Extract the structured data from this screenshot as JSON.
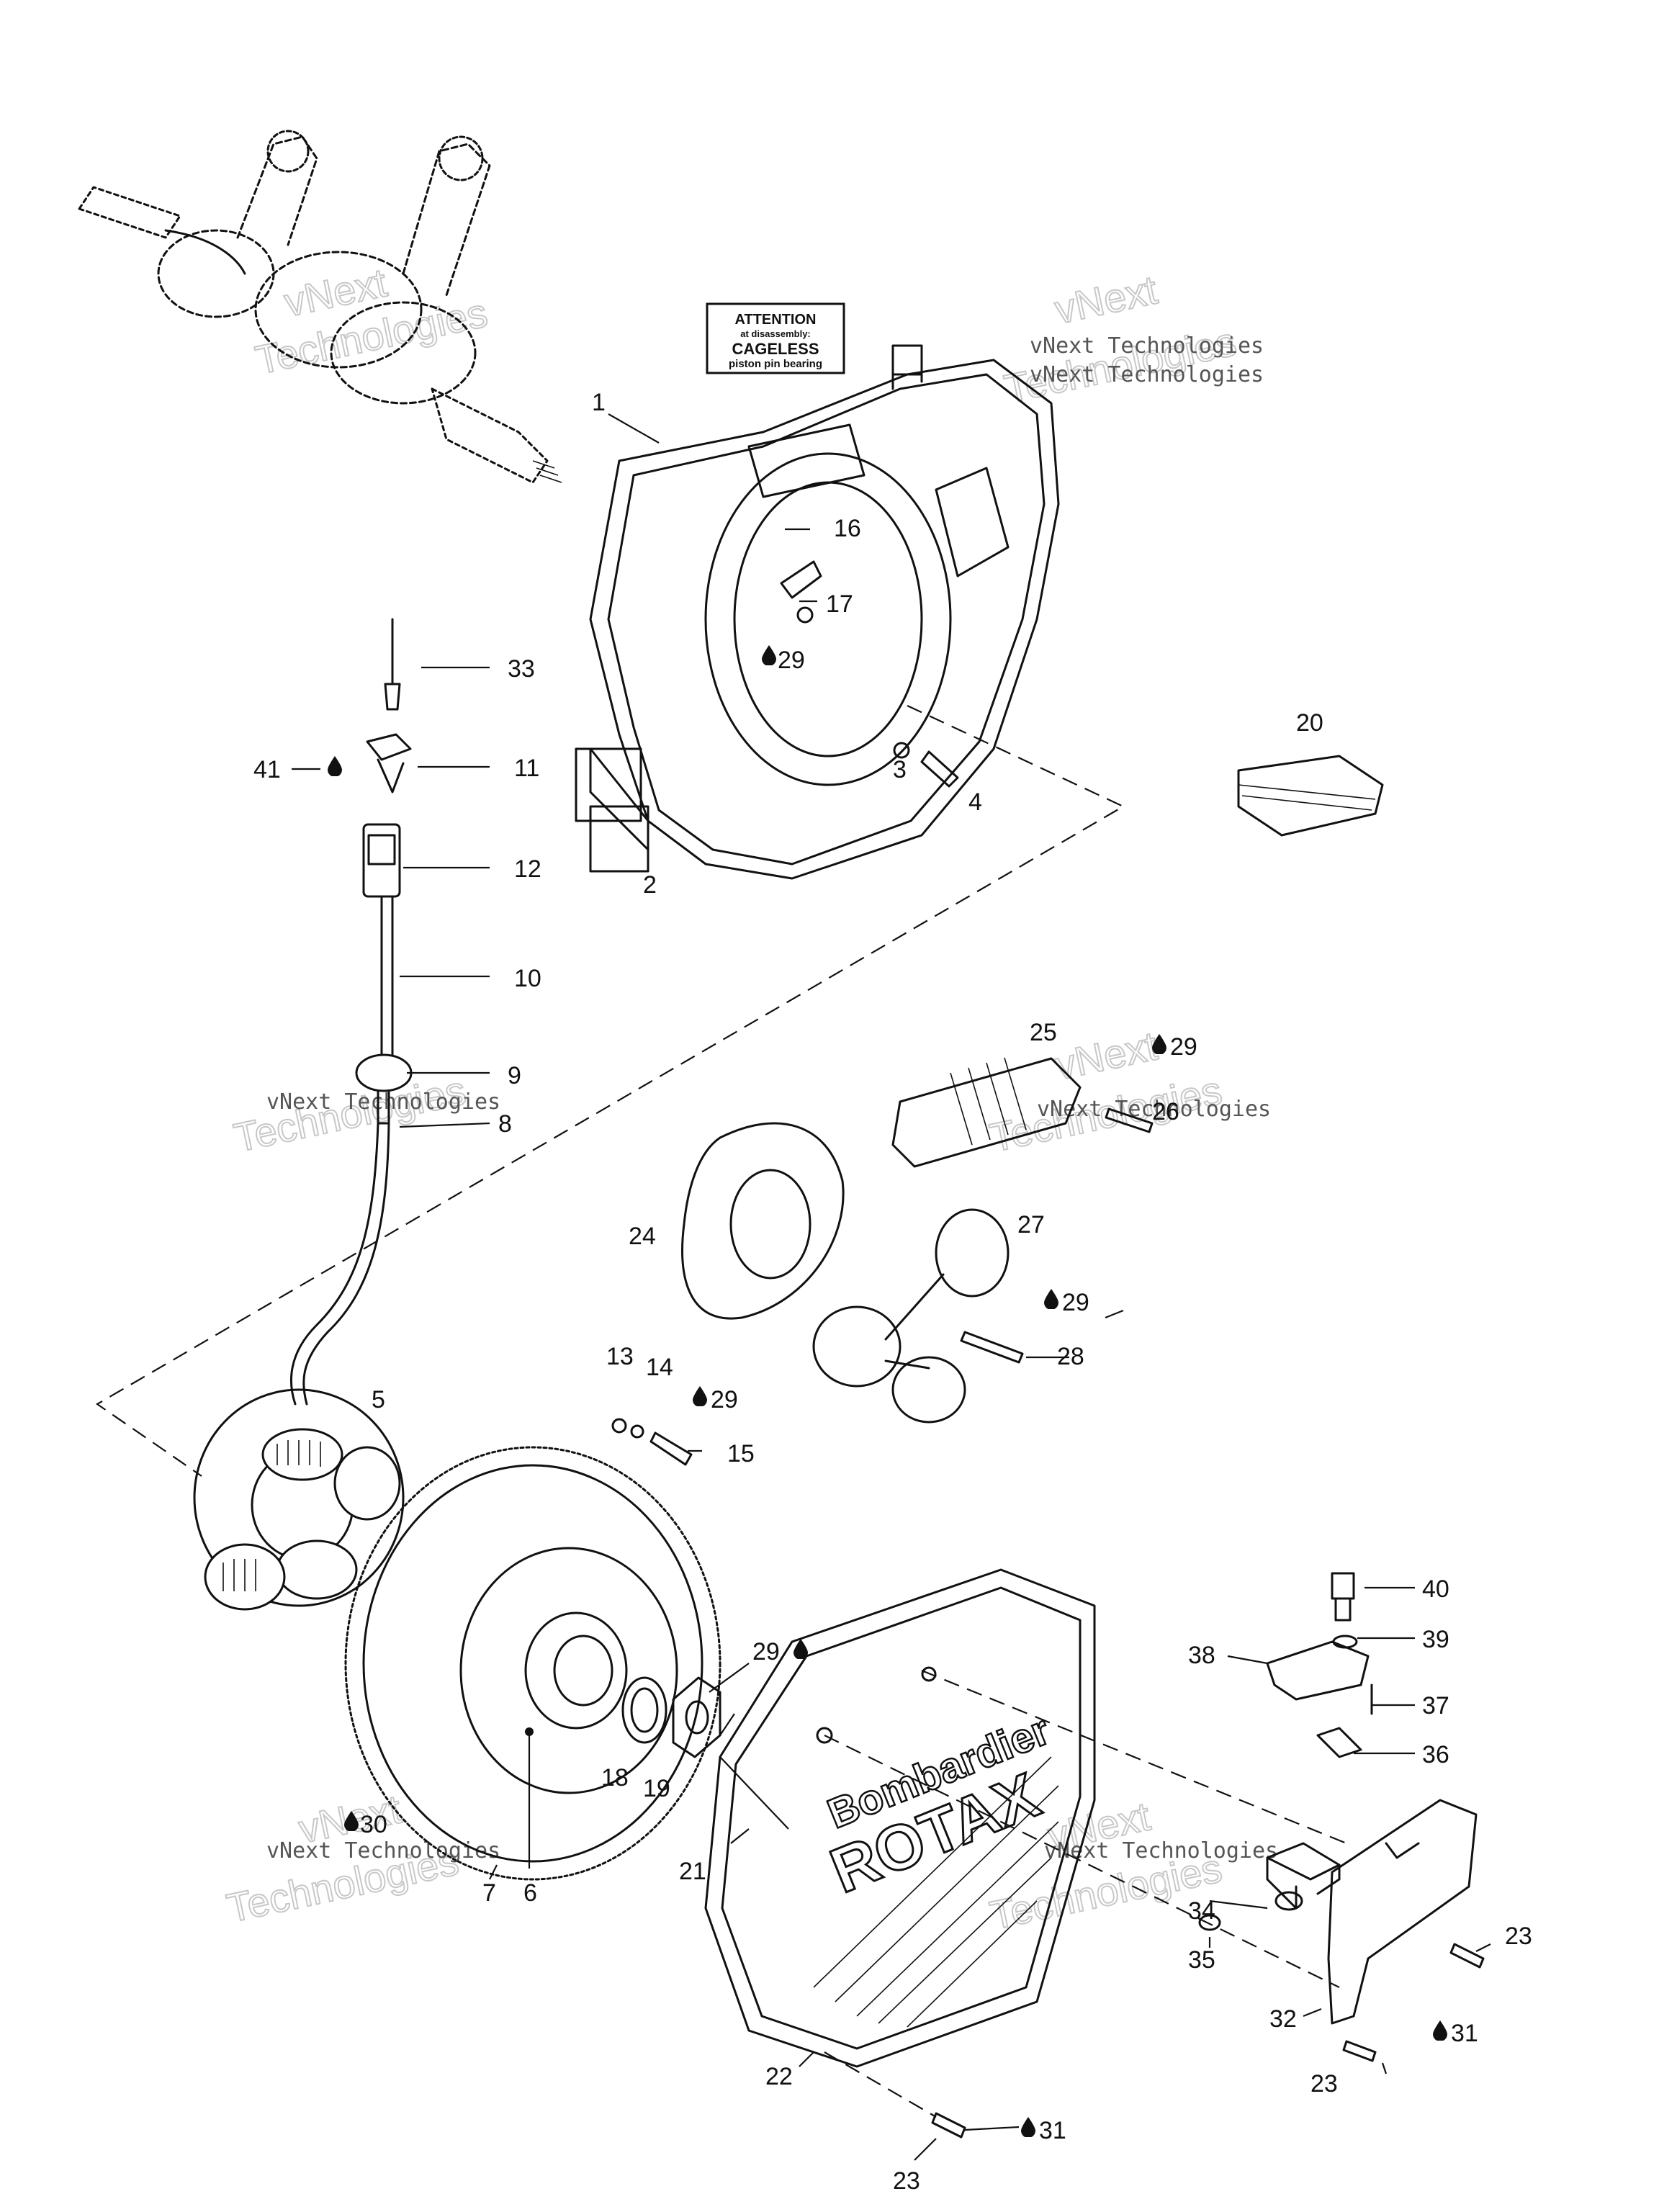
{
  "sticker": {
    "line1": "ATTENTION",
    "line2": "at disassembly:",
    "line3": "CAGELESS",
    "line4": "piston pin bearing"
  },
  "cover_brand": {
    "line1": "Bombardier",
    "line2": "ROTAX"
  },
  "watermark": {
    "small": "vNext Technologies",
    "big": "Technologies",
    "top": "vNext"
  },
  "callouts": [
    {
      "id": "c1",
      "text": "1"
    },
    {
      "id": "c2",
      "text": "2"
    },
    {
      "id": "c3",
      "text": "3"
    },
    {
      "id": "c4",
      "text": "4"
    },
    {
      "id": "c5",
      "text": "5"
    },
    {
      "id": "c6",
      "text": "6"
    },
    {
      "id": "c7",
      "text": "7"
    },
    {
      "id": "c8",
      "text": "8"
    },
    {
      "id": "c9",
      "text": "9"
    },
    {
      "id": "c10",
      "text": "10"
    },
    {
      "id": "c11",
      "text": "11"
    },
    {
      "id": "c12",
      "text": "12"
    },
    {
      "id": "c13",
      "text": "13"
    },
    {
      "id": "c14",
      "text": "14"
    },
    {
      "id": "c15",
      "text": "15"
    },
    {
      "id": "c16",
      "text": "16"
    },
    {
      "id": "c17",
      "text": "17"
    },
    {
      "id": "c18",
      "text": "18"
    },
    {
      "id": "c19",
      "text": "19"
    },
    {
      "id": "c20",
      "text": "20"
    },
    {
      "id": "c21",
      "text": "21"
    },
    {
      "id": "c22",
      "text": "22"
    },
    {
      "id": "c23a",
      "text": "23"
    },
    {
      "id": "c23b",
      "text": "23"
    },
    {
      "id": "c23c",
      "text": "23"
    },
    {
      "id": "c24",
      "text": "24"
    },
    {
      "id": "c25",
      "text": "25"
    },
    {
      "id": "c26",
      "text": "26"
    },
    {
      "id": "c27",
      "text": "27"
    },
    {
      "id": "c28",
      "text": "28"
    },
    {
      "id": "c29a",
      "text": "29"
    },
    {
      "id": "c29b",
      "text": "29"
    },
    {
      "id": "c29c",
      "text": "29"
    },
    {
      "id": "c29d",
      "text": "29"
    },
    {
      "id": "c29e",
      "text": "29"
    },
    {
      "id": "c30",
      "text": "30"
    },
    {
      "id": "c31a",
      "text": "31"
    },
    {
      "id": "c31b",
      "text": "31"
    },
    {
      "id": "c32",
      "text": "32"
    },
    {
      "id": "c33",
      "text": "33"
    },
    {
      "id": "c34",
      "text": "34"
    },
    {
      "id": "c35",
      "text": "35"
    },
    {
      "id": "c36",
      "text": "36"
    },
    {
      "id": "c37",
      "text": "37"
    },
    {
      "id": "c38",
      "text": "38"
    },
    {
      "id": "c39",
      "text": "39"
    },
    {
      "id": "c40",
      "text": "40"
    },
    {
      "id": "c41",
      "text": "41"
    }
  ]
}
